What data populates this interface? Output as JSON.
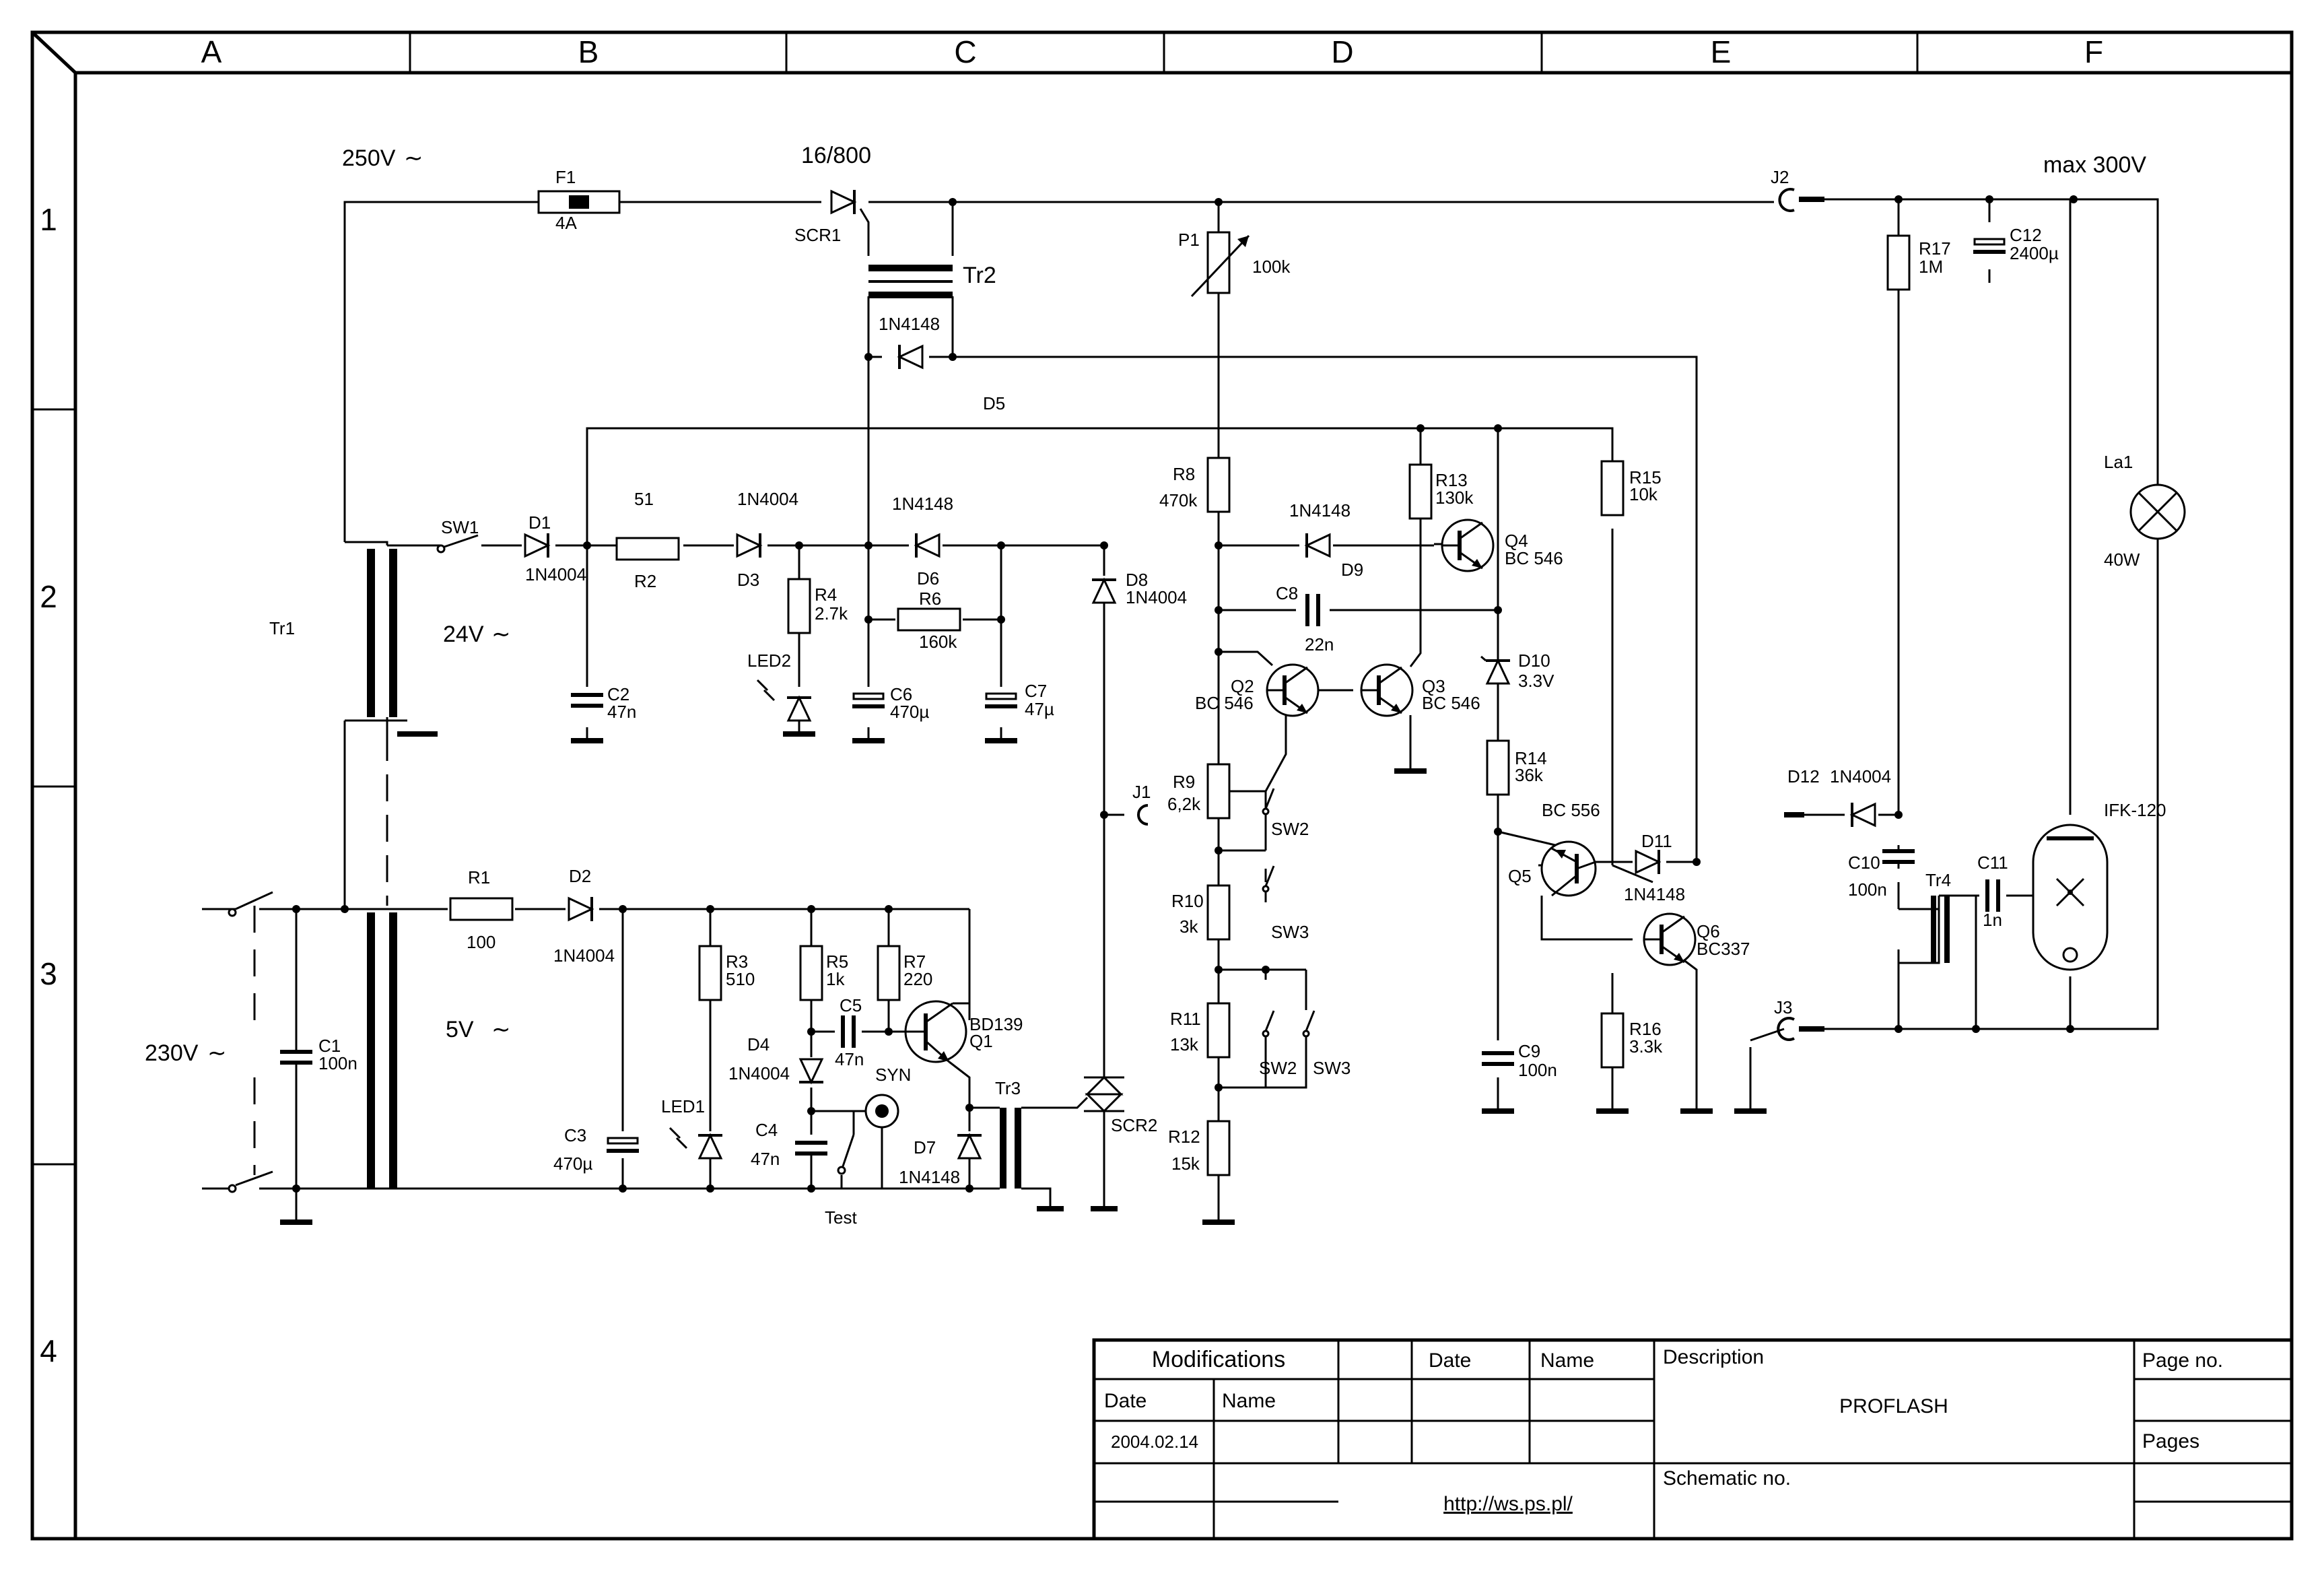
{
  "grid": {
    "columns": [
      "A",
      "B",
      "C",
      "D",
      "E",
      "F"
    ],
    "rows": [
      "1",
      "2",
      "3",
      "4"
    ]
  },
  "voltages": {
    "mains_250": "250V",
    "mains_230": "230V",
    "ac_24": "24V",
    "ac_5": "5V",
    "max": "max 300V",
    "tilde": "∼"
  },
  "components": {
    "F1": "F1",
    "F1_val": "4A",
    "SCR1": "SCR1",
    "SCR1_val": "16/800",
    "Tr2": "Tr2",
    "Tr2_diode": "1N4148",
    "D5": "D5",
    "P1": "P1",
    "P1_val": "100k",
    "J1": "J1",
    "J2": "J2",
    "J3": "J3",
    "R17": "R17",
    "R17_val": "1M",
    "C12": "C12",
    "C12_val": "2400µ",
    "La1": "La1",
    "La1_val": "40W",
    "Tr1": "Tr1",
    "SW1": "SW1",
    "D1": "D1",
    "D1_val": "1N4004",
    "R2_val": "51",
    "R2": "R2",
    "D3_val": "1N4004",
    "D3": "D3",
    "D6_val": "1N4148",
    "D6": "D6",
    "R4": "R4",
    "R4_val": "2.7k",
    "LED2": "LED2",
    "R6": "R6",
    "R6_val": "160k",
    "C2": "C2",
    "C2_val": "47n",
    "C6": "C6",
    "C6_val": "470µ",
    "C7": "C7",
    "C7_val": "47µ",
    "D8": "D8",
    "D8_val": "1N4004",
    "R8": "R8",
    "R8_val": "470k",
    "D9_val": "1N4148",
    "D9": "D9",
    "C8": "C8",
    "C8_val": "22n",
    "R13": "R13",
    "R13_val": "130k",
    "Q4": "Q4",
    "Q4_val": "BC 546",
    "R15": "R15",
    "R15_val": "10k",
    "D10": "D10",
    "D10_val": "3.3V",
    "Q2": "Q2",
    "Q2_val": "BC 546",
    "Q3": "Q3",
    "Q3_val": "BC 546",
    "R14": "R14",
    "R14_val": "36k",
    "R9": "R9",
    "R9_val": "6,2k",
    "SW2": "SW2",
    "SW3": "SW3",
    "R10": "R10",
    "R10_val": "3k",
    "R11": "R11",
    "R11_val": "13k",
    "R12": "R12",
    "R12_val": "15k",
    "Q5": "Q5",
    "Q5_val": "BC 556",
    "D11": "D11",
    "D11_val": "1N4148",
    "Q6": "Q6",
    "Q6_val": "BC337",
    "C9": "C9",
    "C9_val": "100n",
    "R16": "R16",
    "R16_val": "3.3k",
    "D12": "D12",
    "D12_val": "1N4004",
    "C10": "C10",
    "C10_val": "100n",
    "Tr4": "Tr4",
    "C11": "C11",
    "C11_val": "1n",
    "IFK": "IFK-120",
    "R1": "R1",
    "R1_val": "100",
    "D2": "D2",
    "D2_val": "1N4004",
    "C1": "C1",
    "C1_val": "100n",
    "R3": "R3",
    "R3_val": "510",
    "R5": "R5",
    "R5_val": "1k",
    "R7": "R7",
    "R7_val": "220",
    "D4": "D4",
    "D4_val": "1N4004",
    "C5": "C5",
    "C5_val": "47n",
    "Q1": "Q1",
    "Q1_val": "BD139",
    "SYN": "SYN",
    "C3": "C3",
    "C3_val": "470µ",
    "LED1": "LED1",
    "C4": "C4",
    "C4_val": "47n",
    "Test": "Test",
    "D7": "D7",
    "D7_val": "1N4148",
    "Tr3": "Tr3",
    "SCR2": "SCR2"
  },
  "title_block": {
    "modifications": "Modifications",
    "date": "Date",
    "name": "Name",
    "mod_date": "2004.02.14",
    "date2": "Date",
    "name2": "Name",
    "description": "Description",
    "title": "PROFLASH",
    "page_no": "Page no.",
    "pages": "Pages",
    "schematic_no": "Schematic no.",
    "url": "http://ws.ps.pl/"
  }
}
